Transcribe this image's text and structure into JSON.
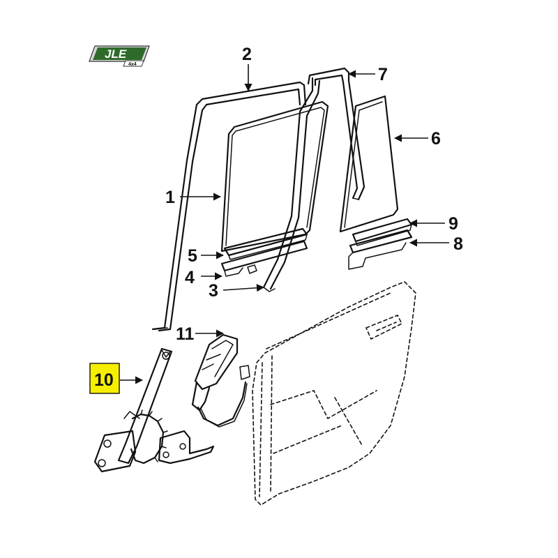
{
  "logo": {
    "brand": "JLE",
    "sub": "4x4",
    "green": "#2e6b2a"
  },
  "callouts": {
    "c1": "1",
    "c2": "2",
    "c3": "3",
    "c4": "4",
    "c5": "5",
    "c6": "6",
    "c7": "7",
    "c8": "8",
    "c9": "9",
    "c10": "10",
    "c11": "11"
  },
  "highlight": {
    "label": "10",
    "color": "#f7ef00"
  }
}
